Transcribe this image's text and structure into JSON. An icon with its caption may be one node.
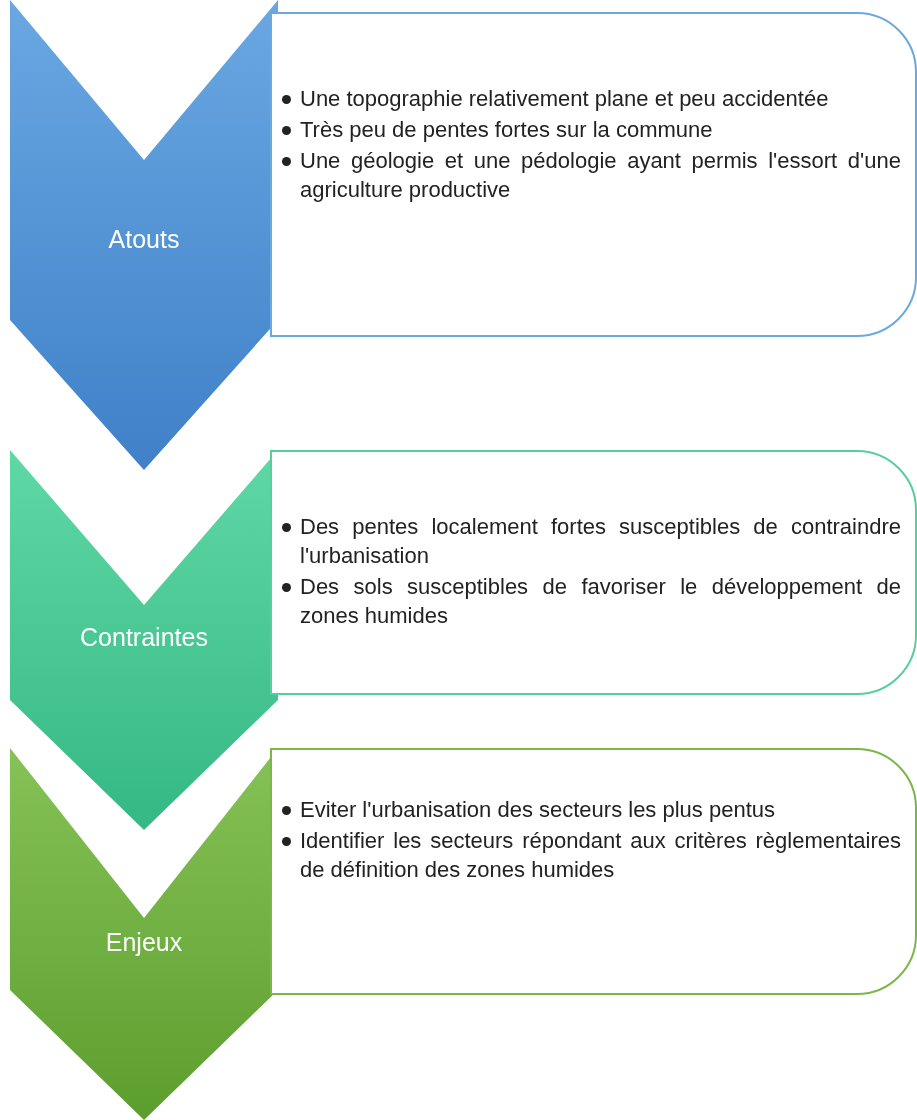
{
  "diagram": {
    "nodes": [
      {
        "text": [
          "Atouts"
        ]
      },
      {
        "text": [
          "Une topographie relativement plane et peu accidentée",
          "Très peu de pentes fortes sur la commune",
          "Une géologie et une pédologie ayant permis l'essort d'une agriculture productive"
        ]
      },
      {
        "text": [
          "Contraintes"
        ]
      },
      {
        "text": [
          "Des pentes localement fortes susceptibles de contraindre l'urbanisation",
          "Des sols susceptibles de favoriser le développement de zones humides"
        ]
      },
      {
        "text": [
          "Enjeux"
        ]
      },
      {
        "text": [
          "Eviter l'urbanisation des secteurs les plus pentus",
          "Identifier les secteurs répondant aux critères règlementaires de définition des zones humides"
        ]
      }
    ]
  }
}
